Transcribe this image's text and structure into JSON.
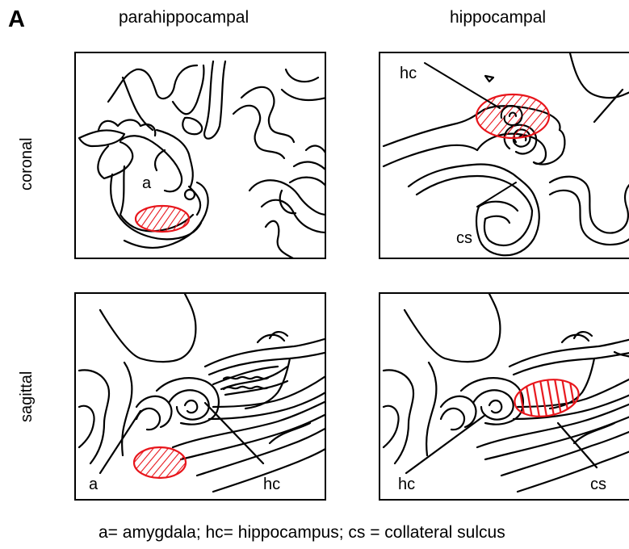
{
  "panel_letter": "A",
  "columns": [
    "parahippocampal",
    "hippocampal"
  ],
  "rows": [
    "coronal",
    "sagittal"
  ],
  "panels": {
    "coronal_parahippocampal": {
      "labels": [
        "a"
      ]
    },
    "coronal_hippocampal": {
      "labels": [
        "hc",
        "cs"
      ]
    },
    "sagittal_parahippocampal": {
      "labels": [
        "a",
        "hc"
      ]
    },
    "sagittal_hippocampal": {
      "labels": [
        "hc",
        "cs"
      ]
    }
  },
  "caption": "a= amygdala; hc= hippocampus; cs = collateral sulcus",
  "colors": {
    "roi": "#e8151b",
    "line": "#000000"
  }
}
